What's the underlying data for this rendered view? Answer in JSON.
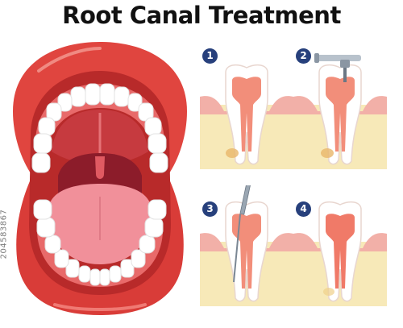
{
  "title": "Root Canal Treatment",
  "steps": [
    {
      "number": "1"
    },
    {
      "number": "2"
    },
    {
      "number": "3"
    },
    {
      "number": "4"
    }
  ],
  "stock_id": "204583867",
  "colors": {
    "lip": "#e0453f",
    "lip_dark": "#b82a2a",
    "gum": "#e86a6a",
    "tooth": "#ffffff",
    "tongue": "#f1909a",
    "throat": "#8c1c2a",
    "pulp": "#f28e7a",
    "bone": "#f7e9b8",
    "gum_tissue": "#f2b0a8",
    "badge": "#27407c",
    "instrument": "#9aa6b2"
  }
}
